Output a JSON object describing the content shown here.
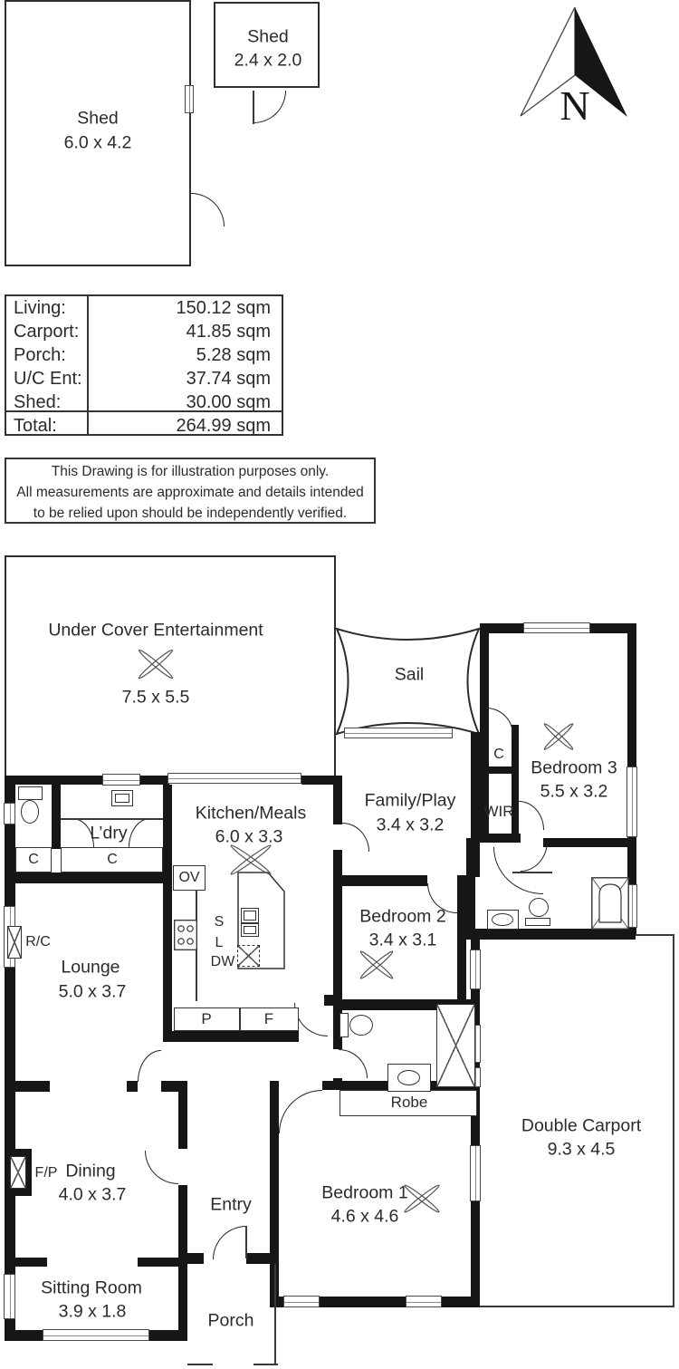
{
  "sheds": {
    "large": {
      "name": "Shed",
      "dims": "6.0 x 4.2"
    },
    "small": {
      "name": "Shed",
      "dims": "2.4 x 2.0"
    }
  },
  "compass": {
    "label": "N"
  },
  "area_table": {
    "rows": [
      {
        "label": "Living:",
        "value": "150.12 sqm"
      },
      {
        "label": "Carport:",
        "value": "41.85 sqm"
      },
      {
        "label": "Porch:",
        "value": "5.28 sqm"
      },
      {
        "label": "U/C Ent:",
        "value": "37.74 sqm"
      },
      {
        "label": "Shed:",
        "value": "30.00 sqm"
      },
      {
        "label": "Total:",
        "value": "264.99 sqm"
      }
    ]
  },
  "disclaimer": {
    "line1": "This Drawing is for illustration purposes only.",
    "line2": "All measurements are approximate and details intended",
    "line3": "to be relied upon should be independently verified."
  },
  "rooms": {
    "uce": {
      "name": "Under Cover Entertainment",
      "dims": "7.5 x 5.5"
    },
    "sail": {
      "name": "Sail"
    },
    "bedroom3": {
      "name": "Bedroom 3",
      "dims": "5.5 x 3.2"
    },
    "family": {
      "name": "Family/Play",
      "dims": "3.4 x 3.2"
    },
    "kitchen": {
      "name": "Kitchen/Meals",
      "dims": "6.0 x 3.3"
    },
    "laundry": {
      "name": "L’dry"
    },
    "wir": {
      "name": "WIR"
    },
    "lounge": {
      "name": "Lounge",
      "dims": "5.0 x 3.7"
    },
    "bedroom2": {
      "name": "Bedroom 2",
      "dims": "3.4 x 3.1"
    },
    "robe": {
      "name": "Robe"
    },
    "carport": {
      "name": "Double Carport",
      "dims": "9.3 x 4.5"
    },
    "dining": {
      "name": "Dining",
      "dims": "4.0 x 3.7"
    },
    "entry": {
      "name": "Entry"
    },
    "bedroom1": {
      "name": "Bedroom 1",
      "dims": "4.6 x 4.6"
    },
    "sitting": {
      "name": "Sitting Room",
      "dims": "3.9 x 1.8"
    },
    "porch": {
      "name": "Porch"
    }
  },
  "closets": {
    "toilet": "C",
    "hall": "C",
    "bed3": "C"
  },
  "appliances": {
    "oven": "OV",
    "sink": "S",
    "l": "L",
    "dishwasher": "DW",
    "pantry": "P",
    "fridge": "F",
    "aircon": "R/C",
    "fireplace": "F/P"
  },
  "colors": {
    "wall": "#161616",
    "line": "#3a3a3a",
    "text": "#2b2b2b"
  }
}
